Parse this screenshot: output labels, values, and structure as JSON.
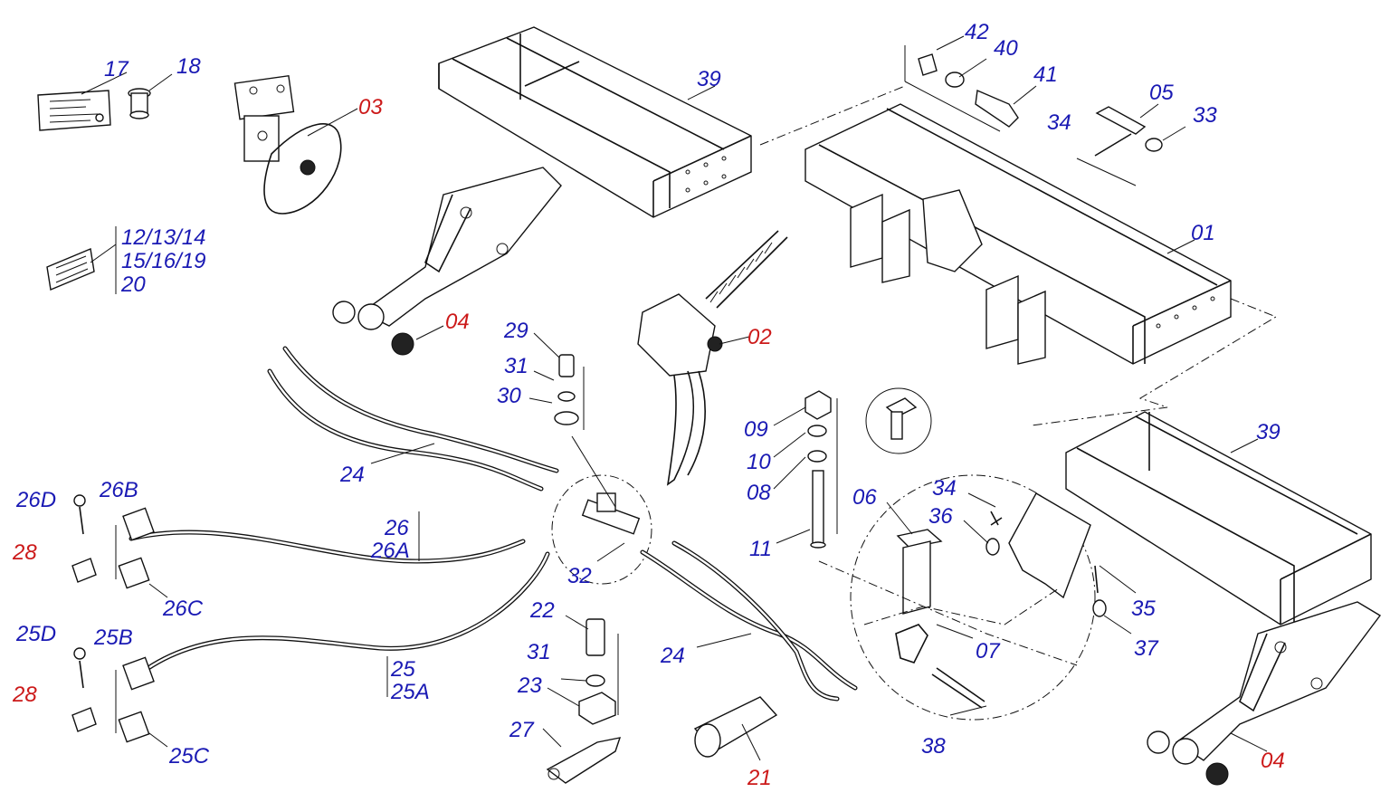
{
  "labels": {
    "l17": "17",
    "l18": "18",
    "l03": "03",
    "l12": "12/13/14",
    "l15": "15/16/19",
    "l20": "20",
    "l04a": "04",
    "l39a": "39",
    "l42": "42",
    "l40": "40",
    "l41": "41",
    "l05": "05",
    "l34a": "34",
    "l33": "33",
    "l01": "01",
    "l29": "29",
    "l31a": "31",
    "l30": "30",
    "l02": "02",
    "l24a": "24",
    "l09": "09",
    "l10": "10",
    "l08": "08",
    "l11": "11",
    "l26D": "26D",
    "l26B": "26B",
    "l28a": "28",
    "l26C": "26C",
    "l26": "26",
    "l26A": "26A",
    "l32": "32",
    "l06": "06",
    "l34b": "34",
    "l36": "36",
    "l39b": "39",
    "l35": "35",
    "l37": "37",
    "l07": "07",
    "l25D": "25D",
    "l25B": "25B",
    "l28b": "28",
    "l25C": "25C",
    "l25": "25",
    "l25A": "25A",
    "l22": "22",
    "l31b": "31",
    "l23": "23",
    "l24b": "24",
    "l27": "27",
    "l21": "21",
    "l38": "38",
    "l04b": "04"
  },
  "colors": {
    "blue": "#1a1ab4",
    "red": "#cc1a1a",
    "line": "#111111"
  }
}
